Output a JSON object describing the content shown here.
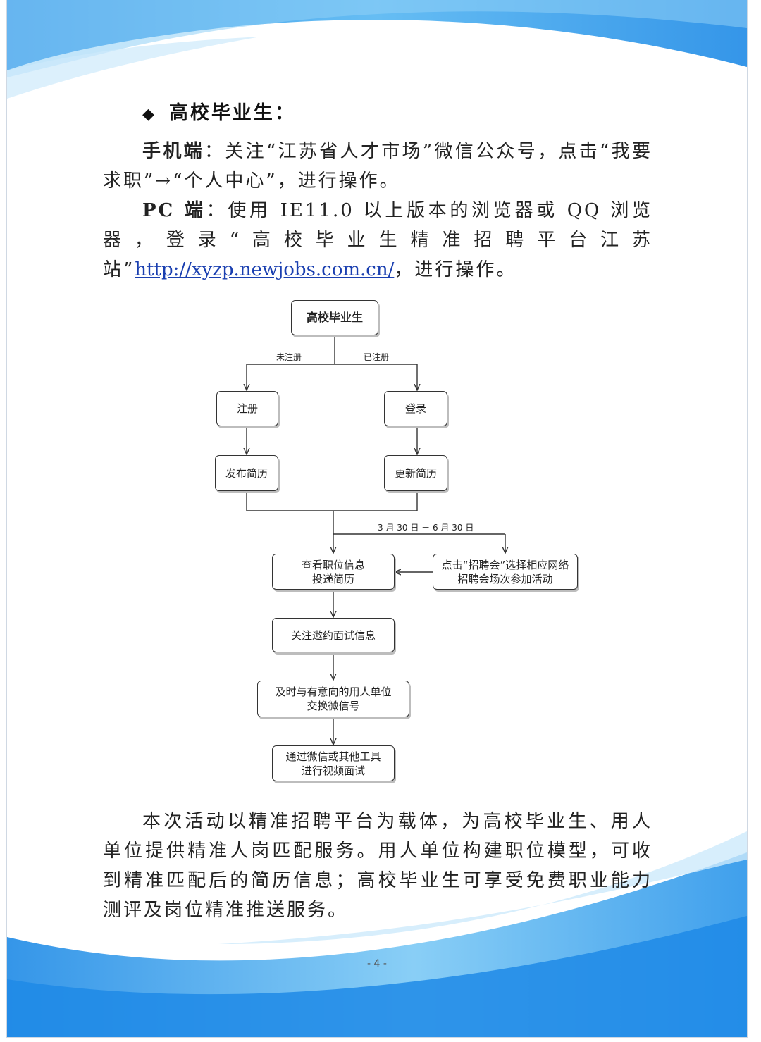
{
  "colors": {
    "accent": "#1e8ae6",
    "accent_light": "#8fd0f6"
  },
  "section": {
    "marker_icon": "diamond-icon",
    "marker": "◆",
    "title": "高校毕业生："
  },
  "mobile": {
    "label": "手机端",
    "text": "：关注“江苏省人才市场”微信公众号，点击“我要求职”→“个人中心”，进行操作。"
  },
  "pc": {
    "label": "PC 端",
    "text_before": "：使用 IE11.0 以上版本的浏览器或 QQ 浏览器，登录“高校毕业生精准招聘平台江苏站”",
    "link": "http://xyzp.newjobs.com.cn/",
    "text_after": "，进行操作。"
  },
  "flowchart": {
    "start": "高校毕业生",
    "branch_left_label": "未注册",
    "branch_right_label": "已注册",
    "register": "注册",
    "login": "登录",
    "publish_resume": "发布简历",
    "update_resume": "更新简历",
    "date_range": "3 月 30 日 － 6 月 30 日",
    "job_fair": "点击“招聘会”选择相应网络招聘会场次参加活动",
    "view_jobs": "查看职位信息投递简历",
    "follow_invites": "关注邀约面试信息",
    "exchange_wechat": "及时与有意向的用人单位交换微信号",
    "video_interview": "通过微信或其他工具进行视频面试"
  },
  "summary": "本次活动以精准招聘平台为载体，为高校毕业生、用人单位提供精准人岗匹配服务。用人单位构建职位模型，可收到精准匹配后的简历信息；高校毕业生可享受免费职业能力测评及岗位精准推送服务。",
  "page_number": "- 4 -"
}
